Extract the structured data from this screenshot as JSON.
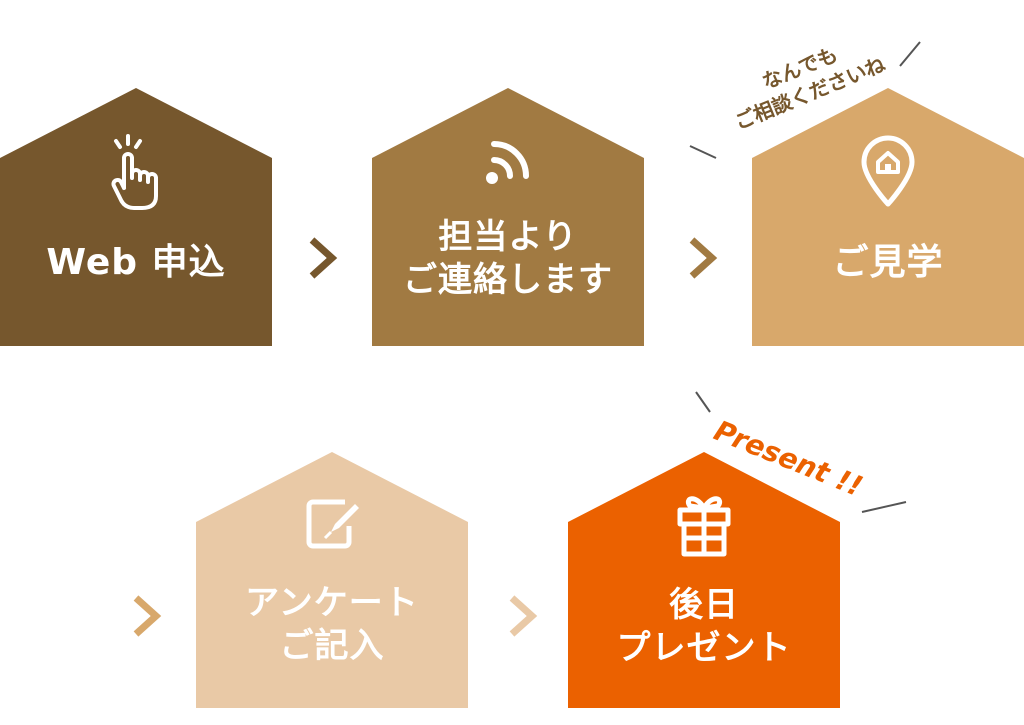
{
  "steps": [
    {
      "id": "web-apply",
      "lines": [
        "Web 申込"
      ],
      "color": "#76572d",
      "icon": "tap-hand-icon"
    },
    {
      "id": "contact",
      "lines": [
        "担当より",
        "ご連絡します"
      ],
      "color": "#a17a42",
      "icon": "signal-icon"
    },
    {
      "id": "visit",
      "lines": [
        "ご見学"
      ],
      "color": "#d8a86b",
      "icon": "home-pin-icon"
    },
    {
      "id": "survey",
      "lines": [
        "アンケート",
        "ご記入"
      ],
      "color": "#e9c9a6",
      "icon": "edit-form-icon"
    },
    {
      "id": "present",
      "lines": [
        "後日",
        "プレゼント"
      ],
      "color": "#eb6100",
      "icon": "gift-icon"
    }
  ],
  "callouts": {
    "consult": [
      "なんでも",
      "ご相談くださいね"
    ],
    "present": "Present !!"
  },
  "colors": {
    "arrow_dark": "#76572d",
    "arrow_light": "#d8a86b",
    "callout_text": "#76572d",
    "present_text": "#eb6100"
  }
}
